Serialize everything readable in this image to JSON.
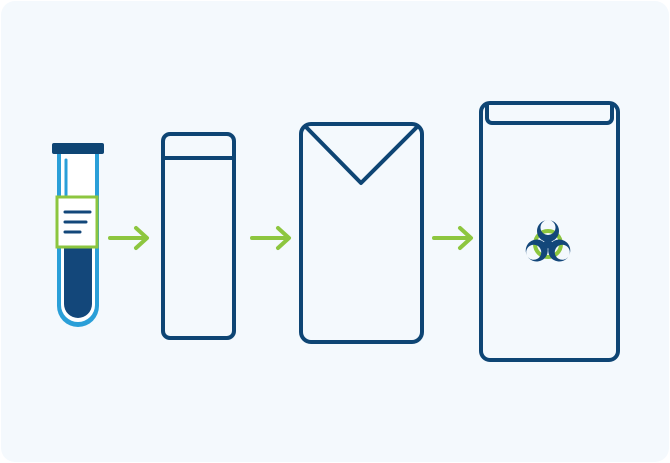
{
  "diagram": {
    "steps": [
      {
        "name": "specimen-tube",
        "icon": "test-tube-with-label-icon"
      },
      {
        "name": "secondary-container",
        "icon": "cylinder-container-icon"
      },
      {
        "name": "absorbent-envelope",
        "icon": "envelope-icon"
      },
      {
        "name": "biohazard-bag",
        "icon": "biohazard-bag-icon"
      }
    ],
    "connector_icon": "arrow-right-icon"
  },
  "colors": {
    "background": "#f4f9fd",
    "outline": "#0e4574",
    "navy": "#13477a",
    "light_blue": "#2a9fd8",
    "tube_glass": "#ffffff",
    "label_green": "#8cc63f",
    "arrow_green": "#8dc63f",
    "label_bg": "#ffffff"
  }
}
